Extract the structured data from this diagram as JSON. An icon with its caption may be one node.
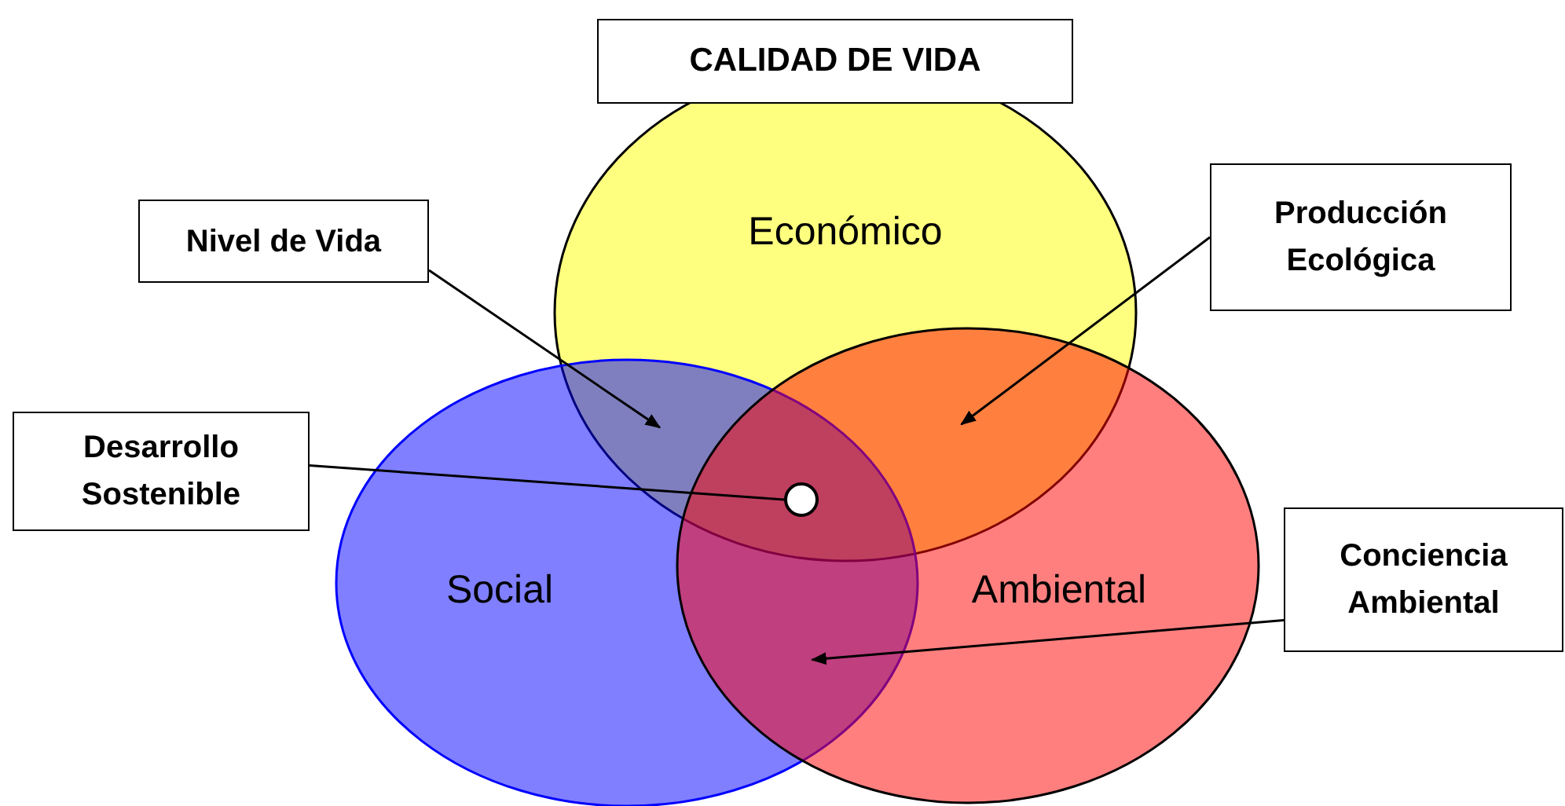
{
  "diagram": {
    "nodes": [
      {
        "text": [
          "CALIDAD DE VIDA"
        ]
      },
      {
        "text": [
          "Económico"
        ]
      },
      {
        "text": [
          "Social"
        ]
      },
      {
        "text": [
          "Ambiental"
        ]
      },
      {
        "text": [
          "Nivel de Vida"
        ]
      },
      {
        "text": [
          "Producción Ecológica"
        ]
      },
      {
        "text": [
          "Desarrollo Sostenible"
        ]
      },
      {
        "text": [
          "Conciencia Ambiental"
        ]
      },
      {
        "text": [],
        "shape": "circle"
      }
    ],
    "edges": [
      {
        "from": 4,
        "to": 2,
        "arrow": "to"
      },
      {
        "from": 5,
        "to": 3,
        "arrow": "to"
      },
      {
        "from": 6,
        "to": 8,
        "arrow": "none"
      },
      {
        "from": 7,
        "to": 2,
        "arrow": "to"
      }
    ]
  }
}
